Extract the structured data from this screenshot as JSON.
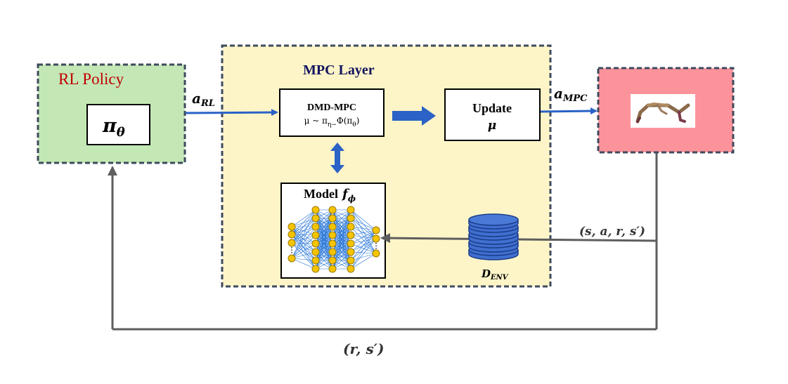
{
  "rl_policy": {
    "title": "RL Policy",
    "policy_symbol": "π",
    "policy_subscript": "θ"
  },
  "mpc_layer": {
    "title": "MPC Layer",
    "dmd_mpc": {
      "title": "DMD-MPC",
      "formula": "μ ~ π",
      "formula_sub": "η−",
      "formula_rest": "Φ(π",
      "formula_theta": "θ",
      "formula_close": ")"
    },
    "update": {
      "title": "Update",
      "symbol": "μ"
    },
    "model": {
      "title": "Model",
      "symbol": "f",
      "subscript": "ϕ"
    },
    "buffer": {
      "symbol": "D",
      "subscript": "ENV"
    }
  },
  "edges": {
    "a_rl": {
      "symbol": "a",
      "subscript": "RL"
    },
    "a_mpc": {
      "symbol": "a",
      "subscript": "MPC"
    },
    "transition": "(s, a, r, s′)",
    "reward_next": "(r, s′)"
  },
  "colors": {
    "rl_fill": "#c3e8b6",
    "mpc_fill": "#fdf5c8",
    "env_fill": "#fc939b",
    "dash_border": "#3e4a5e",
    "blue_arrow": "#2a62c6",
    "gray_arrow": "#5e5e5e",
    "rl_title": "#c00000",
    "mpc_title": "#13135e",
    "node_fill": "#f5c400",
    "node_stroke": "#9a7a00",
    "edge_blue": "#1d6fd6",
    "db_fill": "#3f6fd0",
    "db_stroke": "#1c3c8a"
  },
  "icons": {
    "environment": "legged-robot-icon",
    "buffer": "database-icon",
    "model": "neural-network-icon"
  }
}
